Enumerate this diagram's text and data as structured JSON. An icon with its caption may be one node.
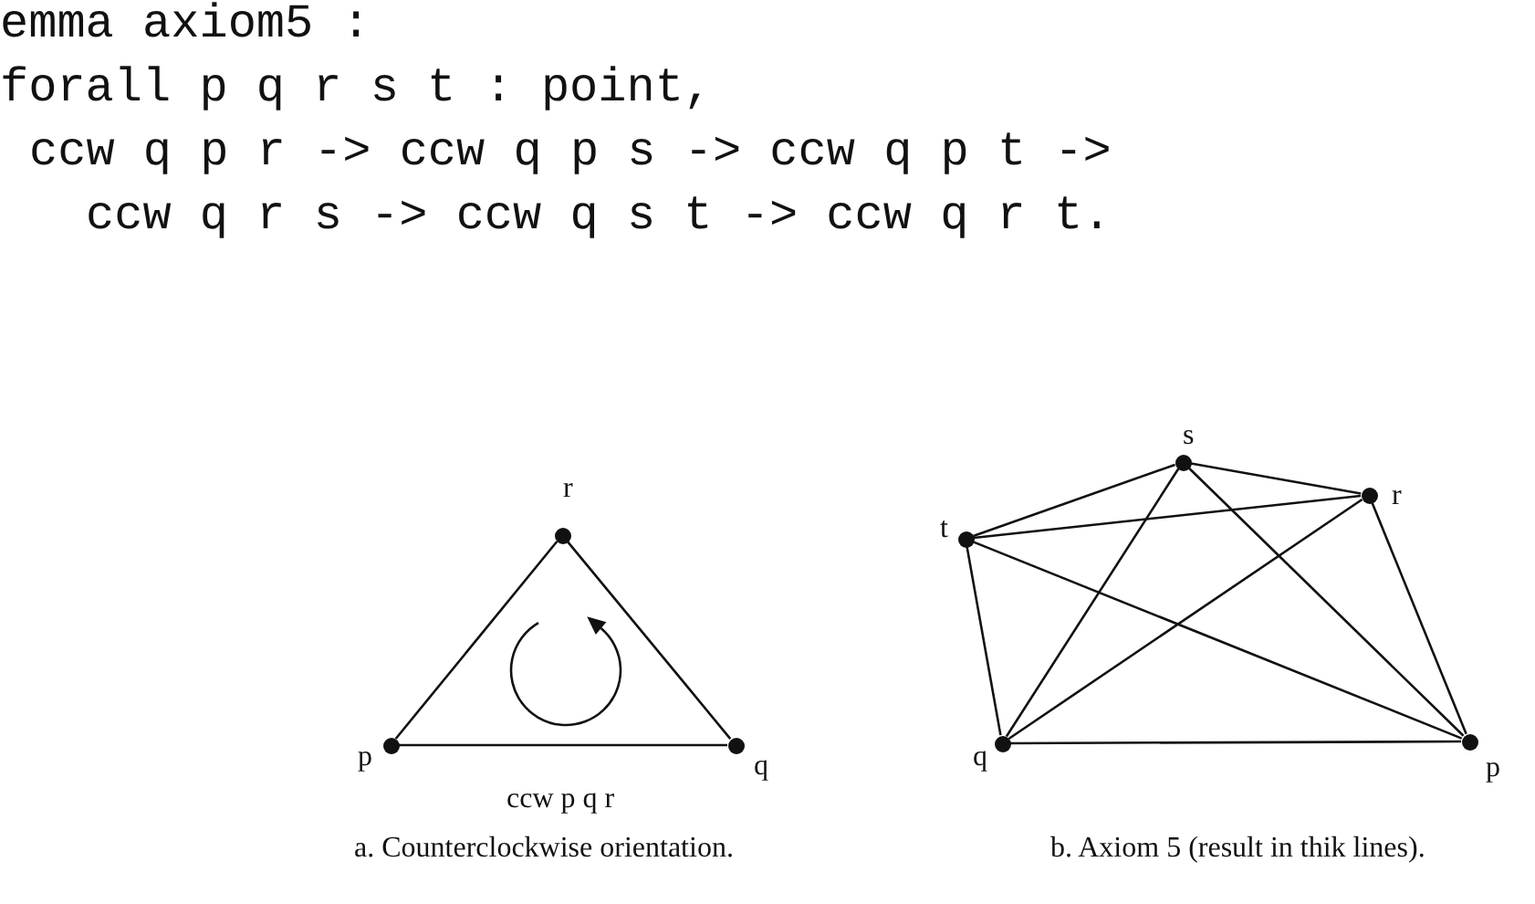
{
  "diagram": {
    "nodes": [
      {
        "text": [],
        "shape": "circle",
        "beside": [
          "r"
        ]
      },
      {
        "text": [],
        "shape": "circle",
        "beside": [
          "p"
        ]
      },
      {
        "text": [],
        "shape": "circle",
        "beside": [
          "q"
        ]
      },
      {
        "text": [],
        "shape": "circle",
        "beside": [
          "s"
        ]
      },
      {
        "text": [],
        "shape": "circle",
        "beside": [
          "r"
        ]
      },
      {
        "text": [],
        "shape": "circle",
        "beside": [
          "t"
        ]
      },
      {
        "text": [],
        "shape": "circle",
        "beside": [
          "q"
        ]
      },
      {
        "text": [],
        "shape": "circle",
        "beside": [
          "p"
        ]
      }
    ],
    "edges": [
      {
        "from": 1,
        "to": 2,
        "arrow": "none"
      },
      {
        "from": 2,
        "to": 0,
        "arrow": "none"
      },
      {
        "from": 0,
        "to": 1,
        "arrow": "none"
      },
      {
        "from": 5,
        "to": 3,
        "arrow": "none"
      },
      {
        "from": 3,
        "to": 4,
        "arrow": "none"
      },
      {
        "from": 5,
        "to": 4,
        "arrow": "none"
      },
      {
        "from": 5,
        "to": 6,
        "arrow": "none"
      },
      {
        "from": 5,
        "to": 7,
        "arrow": "none"
      },
      {
        "from": 3,
        "to": 6,
        "arrow": "none"
      },
      {
        "from": 3,
        "to": 7,
        "arrow": "none"
      },
      {
        "from": 4,
        "to": 6,
        "arrow": "none"
      },
      {
        "from": 4,
        "to": 7,
        "arrow": "none"
      },
      {
        "from": 6,
        "to": 7,
        "arrow": "none"
      }
    ],
    "labels": [
      "emma axiom5 :",
      "forall p q r s t : point,",
      "ccw q p r -> ccw q p s -> ccw q p t ->",
      "ccw q r s -> ccw q s t -> ccw q r t.",
      "ccw p q r",
      "a. Counterclockwise orientation.",
      "b. Axiom 5 (result in thik lines)."
    ]
  }
}
